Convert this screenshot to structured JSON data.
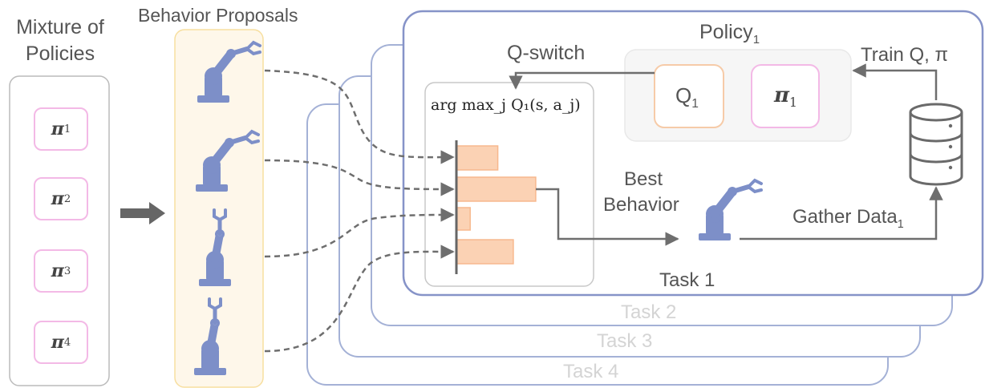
{
  "mixture": {
    "title_line1": "Mixture of",
    "title_line2": "Policies",
    "policies": [
      {
        "symbol": "π",
        "sub": "1"
      },
      {
        "symbol": "π",
        "sub": "2"
      },
      {
        "symbol": "π",
        "sub": "3"
      },
      {
        "symbol": "π",
        "sub": "4"
      }
    ]
  },
  "proposals": {
    "title": "Behavior Proposals"
  },
  "qswitch": {
    "label": "Q-switch",
    "formula": "arg max_j Q₁(s, a_j)"
  },
  "policy": {
    "title": "Policy",
    "title_sub": "1",
    "q_label": "Q",
    "q_sub": "1",
    "pi_label": "π",
    "pi_sub": "1"
  },
  "train_label": "Train Q, π",
  "best_behavior_line1": "Best",
  "best_behavior_line2": "Behavior",
  "gather_label": "Gather Data",
  "gather_sub": "1",
  "tasks": [
    "Task 1",
    "Task 2",
    "Task 3",
    "Task 4"
  ],
  "bars": [
    0.24,
    0.46,
    0.08,
    0.33
  ],
  "colors": {
    "task_border": "#a4b1d6",
    "task1_border": "#8693c8",
    "pi_border": "#f3b9e6",
    "q_border": "#f6cba8",
    "bar_fill": "#fbd2b4",
    "bar_stroke": "#f7b88e",
    "proposal_fill": "#fef7ea",
    "proposal_border": "#f7dfa0",
    "robot": "#7d8fc8",
    "arrow": "#6e6e6e"
  }
}
